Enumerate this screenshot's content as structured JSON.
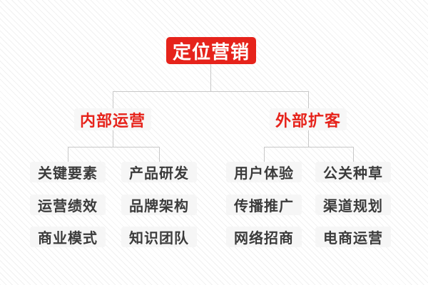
{
  "tree": {
    "root": {
      "label": "定位营销"
    },
    "branches": [
      {
        "label": "内部运营",
        "columns": [
          {
            "items": [
              {
                "label": "关键要素"
              },
              {
                "label": "运营绩效"
              },
              {
                "label": "商业模式"
              }
            ]
          },
          {
            "items": [
              {
                "label": "产品研发"
              },
              {
                "label": "品牌架构"
              },
              {
                "label": "知识团队"
              }
            ]
          }
        ]
      },
      {
        "label": "外部扩客",
        "columns": [
          {
            "items": [
              {
                "label": "用户体验"
              },
              {
                "label": "传播推广"
              },
              {
                "label": "网络招商"
              }
            ]
          },
          {
            "items": [
              {
                "label": "公关种草"
              },
              {
                "label": "渠道规划"
              },
              {
                "label": "电商运营"
              }
            ]
          }
        ]
      }
    ]
  },
  "colors": {
    "accent_red": "#e6231b",
    "root_text": "#ffffff",
    "connector_line": "#c8c8c8",
    "node_background": "#f6f6f6",
    "leaf_text": "#3b3b3b",
    "background_stripe": "#f1f1f1"
  }
}
